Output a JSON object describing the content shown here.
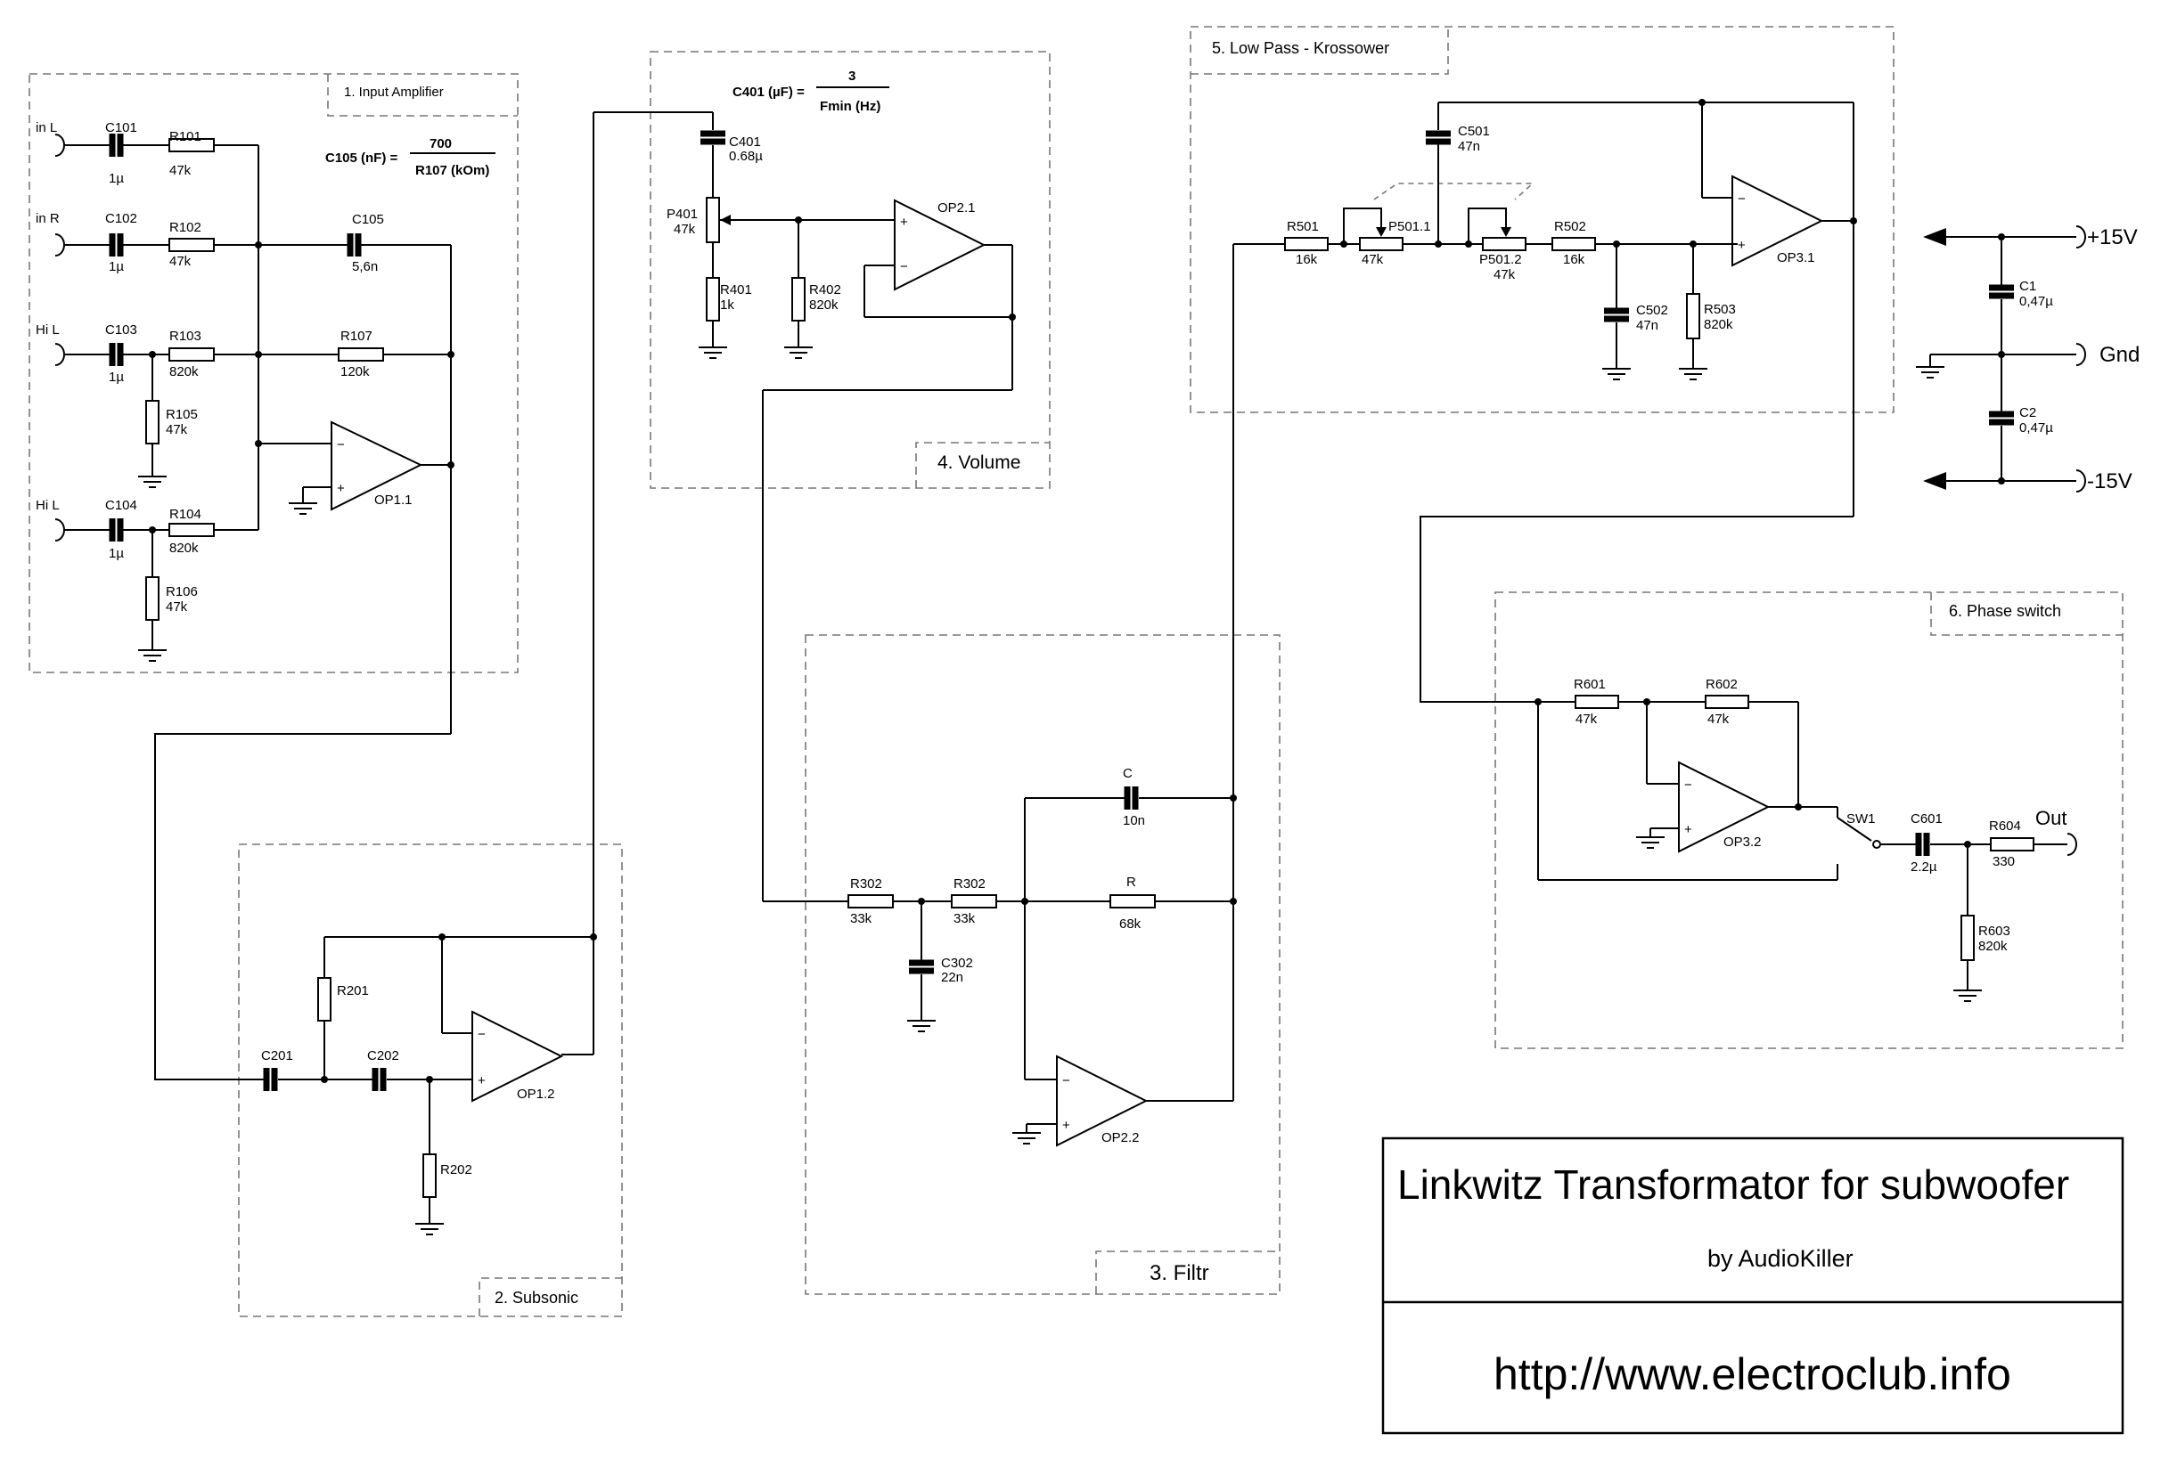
{
  "title_block": {
    "title": "Linkwitz Transformator for subwoofer",
    "author": "by AudioKiller",
    "url": "http://www.electroclub.info"
  },
  "sections": {
    "s1": "1. Input Amplifier",
    "s2": "2. Subsonic",
    "s3": "3. Filtr",
    "s4": "4. Volume",
    "s5": "5. Low Pass - Krossower",
    "s6": "6. Phase switch"
  },
  "formulas": {
    "c105_lhs": "C105 (nF) =",
    "c105_num": "700",
    "c105_den": "R107 (kOm)",
    "c401_lhs": "C401 (µF) =",
    "c401_num": "3",
    "c401_den": "Fmin (Hz)"
  },
  "inputs": {
    "in_l": "in L",
    "in_r": "in R",
    "hi_l1": "Hi L",
    "hi_l2": "Hi L"
  },
  "output": "Out",
  "power": {
    "pos": "+15V",
    "gnd": "Gnd",
    "neg": "-15V"
  },
  "components": {
    "C101": "C101",
    "C101_v": "1µ",
    "C102": "C102",
    "C102_v": "1µ",
    "C103": "C103",
    "C103_v": "1µ",
    "C104": "C104",
    "C104_v": "1µ",
    "R101": "R101",
    "R101_v": "47k",
    "R102": "R102",
    "R102_v": "47k",
    "R103": "R103",
    "R103_v": "820k",
    "R104": "R104",
    "R104_v": "820k",
    "R105": "R105",
    "R105_v": "47k",
    "R106": "R106",
    "R106_v": "47k",
    "C105": "C105",
    "C105_v": "5,6n",
    "R107": "R107",
    "R107_v": "120k",
    "OP11": "OP1.1",
    "C201": "C201",
    "C202": "C202",
    "R201": "R201",
    "R202": "R202",
    "OP12": "OP1.2",
    "R302a": "R302",
    "R302a_v": "33k",
    "R302b": "R302",
    "R302b_v": "33k",
    "C302": "C302",
    "C302_v": "22n",
    "C": "C",
    "C_v": "10n",
    "R": "R",
    "R_v": "68k",
    "OP22": "OP2.2",
    "C401": "C401",
    "C401_v": "0.68µ",
    "P401": "P401",
    "P401_v": "47k",
    "R401": "R401",
    "R401_v": "1k",
    "R402": "R402",
    "R402_v": "820k",
    "OP21": "OP2.1",
    "C501": "C501",
    "C501_v": "47n",
    "R501": "R501",
    "R501_v": "16k",
    "P5011": "P501.1",
    "P5011_v": "47k",
    "P5012": "P501.2",
    "P5012_v": "47k",
    "R502": "R502",
    "R502_v": "16k",
    "C502": "C502",
    "C502_v": "47n",
    "R503": "R503",
    "R503_v": "820k",
    "OP31": "OP3.1",
    "C1": "C1",
    "C1_v": "0,47µ",
    "C2": "C2",
    "C2_v": "0,47µ",
    "R601": "R601",
    "R601_v": "47k",
    "R602": "R602",
    "R602_v": "47k",
    "OP32": "OP3.2",
    "SW1": "SW1",
    "C601": "C601",
    "C601_v": "2.2µ",
    "R604": "R604",
    "R604_v": "330",
    "R603": "R603",
    "R603_v": "820k"
  },
  "opamp_pins": {
    "minus": "−",
    "plus": "+"
  }
}
